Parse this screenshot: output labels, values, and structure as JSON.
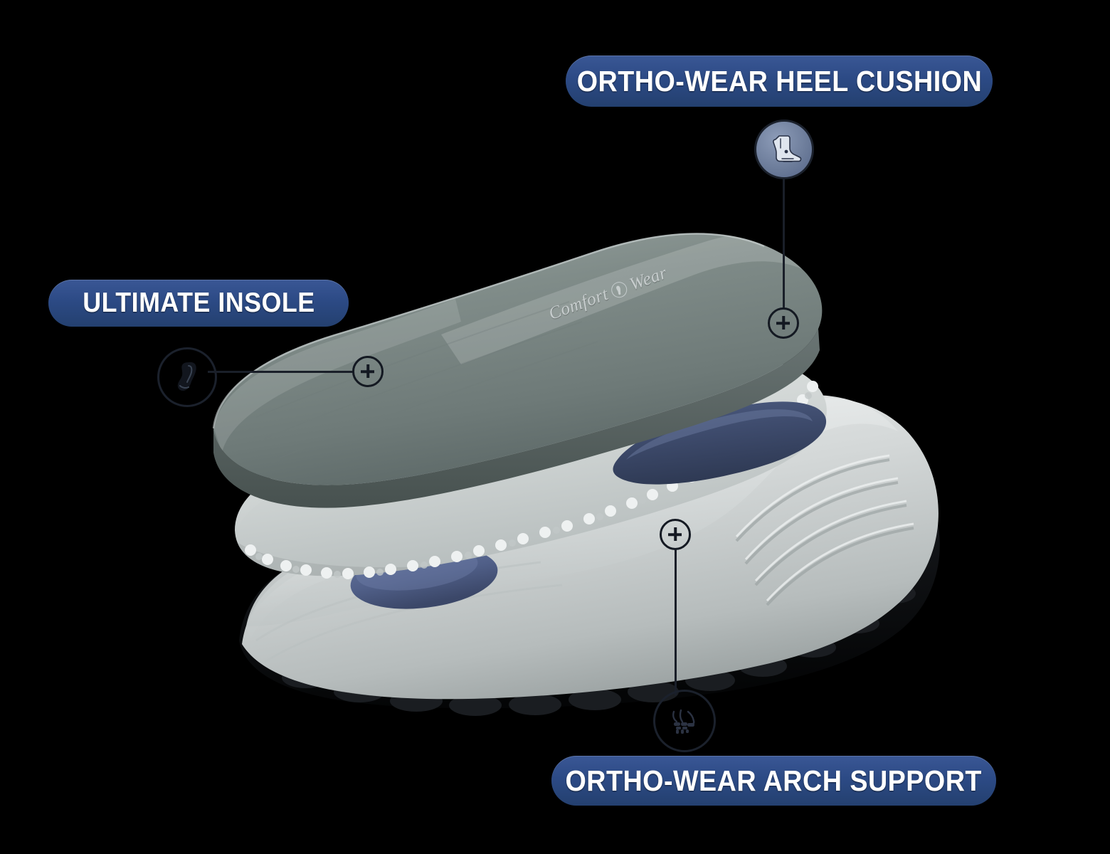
{
  "background_color": "#000000",
  "accent_color": "#2c4a85",
  "product": {
    "brand_text_left": "Comfort",
    "brand_text_right": "Wear",
    "brand_logo_icon": "footprint-logo-icon",
    "layers": [
      {
        "name": "top-insole",
        "color": "#7d8a87",
        "description": "Ultimate Insole top layer"
      },
      {
        "name": "middle-foam",
        "color": "#c9cecd",
        "description": "Cushion foam mid layer"
      },
      {
        "name": "midsole",
        "color": "#cfd3d2",
        "description": "Arch support midsole"
      },
      {
        "name": "outsole",
        "color": "#0d0e10",
        "description": "Rubber outsole"
      },
      {
        "name": "gel-pad-heel",
        "color": "#3d4a6b",
        "description": "Heel gel cushion pad"
      },
      {
        "name": "gel-pad-forefoot",
        "color": "#50618c",
        "description": "Forefoot gel pad"
      }
    ]
  },
  "callouts": [
    {
      "id": "heel-cushion",
      "label": "ORTHO-WEAR HEEL CUSHION",
      "icon": "heel-bone-icon",
      "marker": "plus-marker"
    },
    {
      "id": "ultimate-insole",
      "label": "ULTIMATE INSOLE",
      "icon": "insole-foot-icon",
      "marker": "plus-marker"
    },
    {
      "id": "arch-support",
      "label": "ORTHO-WEAR ARCH SUPPORT",
      "icon": "foot-arch-bones-icon",
      "marker": "plus-marker"
    }
  ]
}
